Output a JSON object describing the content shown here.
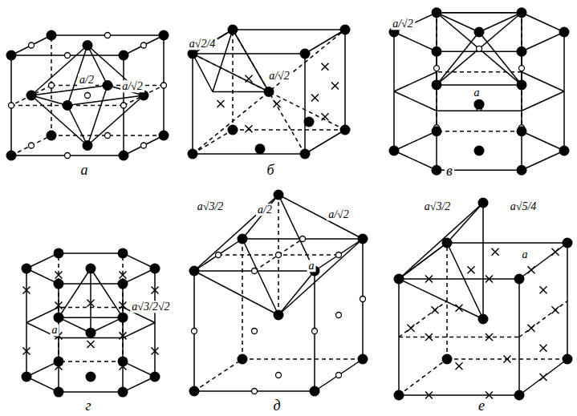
{
  "diagram": {
    "labels": [
      "a/2",
      "a/√2",
      "а",
      "a√2/4",
      "a/√2",
      "б",
      "a/√2",
      "a",
      "в",
      "a",
      "a√3/2√2",
      "г",
      "a√3/2",
      "a/2",
      "a/√2",
      "a",
      "д",
      "a√3/2",
      "a√5/4",
      "a",
      "е"
    ]
  }
}
